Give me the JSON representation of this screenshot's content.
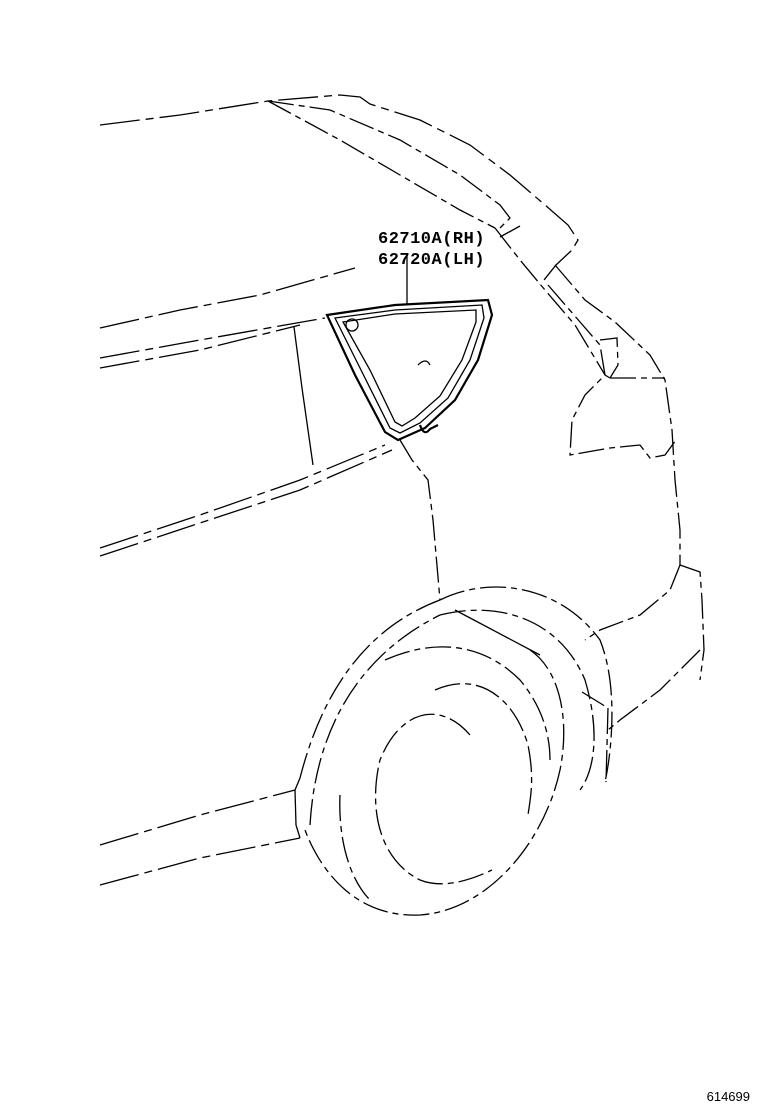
{
  "diagram": {
    "type": "parts-diagram",
    "subject": "rear quarter window glass, vehicle rear left side view",
    "callouts": [
      {
        "part_number": "62710A",
        "side": "(RH)",
        "label": "62710A(RH)"
      },
      {
        "part_number": "62720A",
        "side": "(LH)",
        "label": "62720A(LH)"
      }
    ],
    "figure_id": "614699",
    "colors": {
      "line": "#000000",
      "background": "#ffffff"
    }
  }
}
